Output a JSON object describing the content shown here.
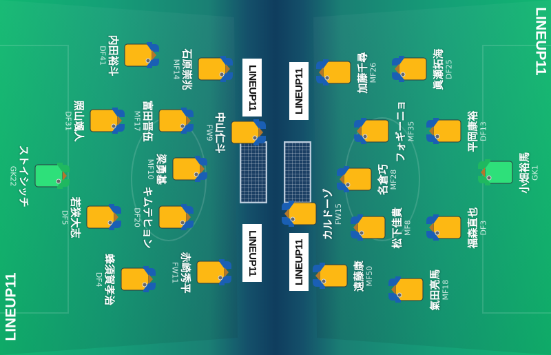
{
  "brand": {
    "logo_text": "LINEUP",
    "logo_num": "11",
    "accent": "#e3192b"
  },
  "colors": {
    "shirt": "#fdb813",
    "sleeve": "#1a5fb4",
    "gk": "#2ee07a"
  },
  "left_team": [
    {
      "name": "内田裕斗",
      "num": "DF41"
    },
    {
      "name": "石原崇兆",
      "num": "MF14"
    },
    {
      "name": "照山颯人",
      "num": "DF31"
    },
    {
      "name": "富田晋伍",
      "num": "MF17"
    },
    {
      "name": "中山仁斗",
      "num": "FW9"
    },
    {
      "name": "梁勇基",
      "num": "MF10"
    },
    {
      "name": "ストイシッチ",
      "num": "GK22",
      "gk": true
    },
    {
      "name": "若狭大志",
      "num": "DF5"
    },
    {
      "name": "キムテヒョン",
      "num": "DF20"
    },
    {
      "name": "赤崎秀平",
      "num": "FW11"
    },
    {
      "name": "蜂須賀孝治",
      "num": "DF4"
    }
  ],
  "right_team": [
    {
      "name": "加藤千尋",
      "num": "MF26"
    },
    {
      "name": "眞瀬拓海",
      "num": "DF25"
    },
    {
      "name": "フォギーニョ",
      "num": "MF35"
    },
    {
      "name": "平岡康裕",
      "num": "DF13"
    },
    {
      "name": "名倉巧",
      "num": "MF28"
    },
    {
      "name": "小畑裕馬",
      "num": "GK1",
      "gk": true
    },
    {
      "name": "カルドーゾ",
      "num": "FW15"
    },
    {
      "name": "松下佳貴",
      "num": "MF8"
    },
    {
      "name": "福森直也",
      "num": "DF3"
    },
    {
      "name": "遠藤康",
      "num": "MF50"
    },
    {
      "name": "氣田亮馬",
      "num": "MF18"
    }
  ]
}
